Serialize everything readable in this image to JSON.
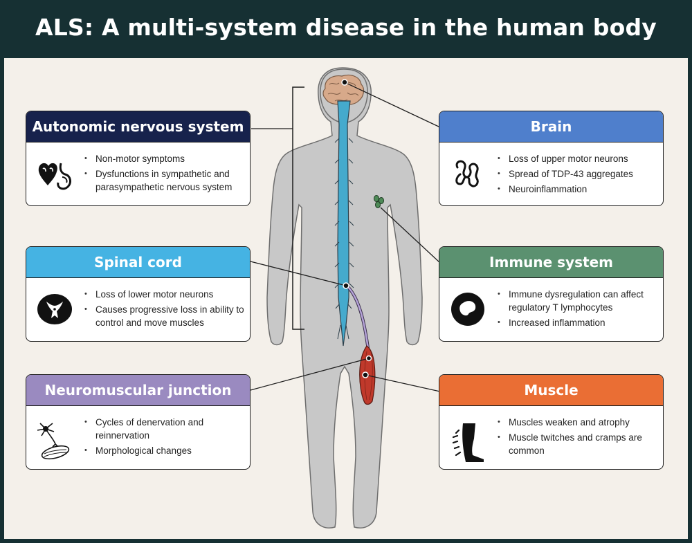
{
  "title": "ALS: A multi-system disease in the human body",
  "cards": {
    "autonomic": {
      "title": "Autonomic nervous system",
      "color": "#17224c",
      "icon": "heart-stomach-icon",
      "points": [
        "Non-motor symptoms",
        "Dysfunctions in sympathetic and parasympathetic nervous system"
      ]
    },
    "spinal": {
      "title": "Spinal cord",
      "color": "#45b3e3",
      "icon": "spinal-cross-section-icon",
      "points": [
        "Loss of lower motor neurons",
        "Causes progressive loss in ability to control and move muscles"
      ]
    },
    "nmj": {
      "title": "Neuromuscular junction",
      "color": "#9a8ac0",
      "icon": "neuron-muscle-icon",
      "points": [
        "Cycles of denervation and reinnervation",
        "Morphological changes"
      ]
    },
    "brain": {
      "title": "Brain",
      "color": "#4f7fcc",
      "icon": "protein-aggregate-icon",
      "points": [
        "Loss of upper motor neurons",
        "Spread of TDP-43 aggregates",
        "Neuroinflammation"
      ]
    },
    "immune": {
      "title": "Immune system",
      "color": "#5b9170",
      "icon": "immune-cell-icon",
      "points": [
        "Immune dysregulation can affect regulatory T lymphocytes",
        "Increased inflammation"
      ]
    },
    "muscle": {
      "title": "Muscle",
      "color": "#ea6e34",
      "icon": "leg-twitch-icon",
      "points": [
        "Muscles weaken and atrophy",
        "Muscle twitches and cramps are common"
      ]
    }
  },
  "colors": {
    "background": "#163033",
    "panel": "#f4f0ea",
    "body": "#c8c8c8",
    "spinal_cord": "#45aacd",
    "brain": "#d7a98a",
    "muscle": "#c0392b",
    "nerve": "#9d86c4",
    "immune_cells": "#4e8a57"
  }
}
